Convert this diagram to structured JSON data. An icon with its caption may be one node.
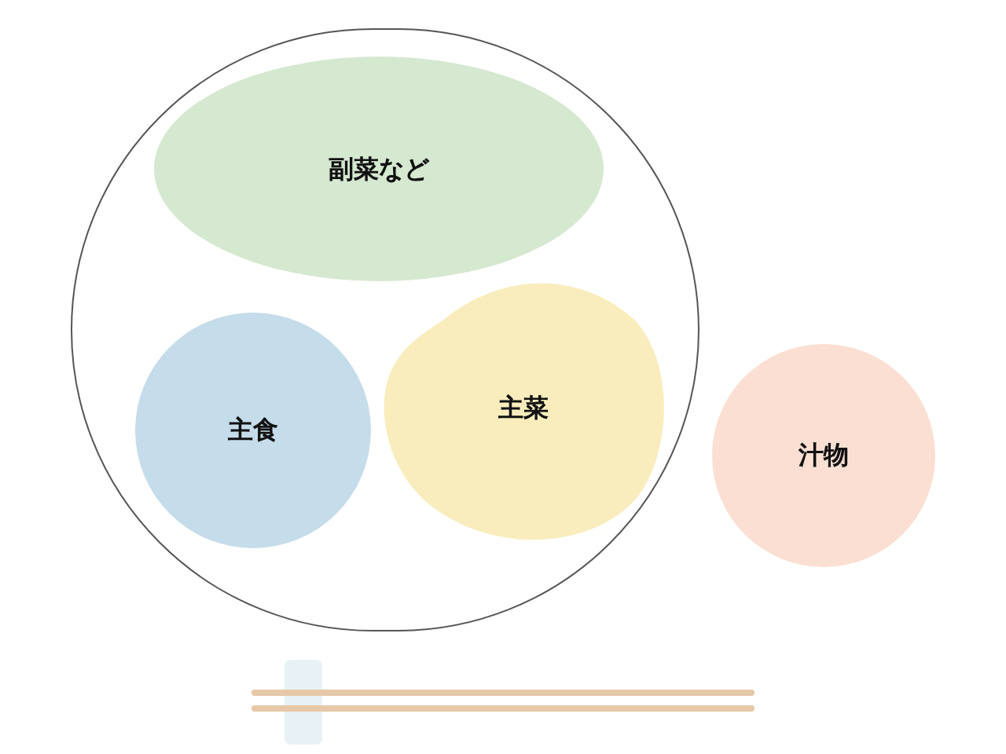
{
  "diagram": {
    "nodes": [
      {
        "text": [],
        "shape": "circle"
      },
      {
        "text": [
          "副菜など"
        ],
        "in": 0
      },
      {
        "text": [
          "主食"
        ],
        "in": 0
      },
      {
        "text": [
          "主菜"
        ],
        "in": 0
      },
      {
        "text": [
          "汁物"
        ]
      }
    ]
  }
}
